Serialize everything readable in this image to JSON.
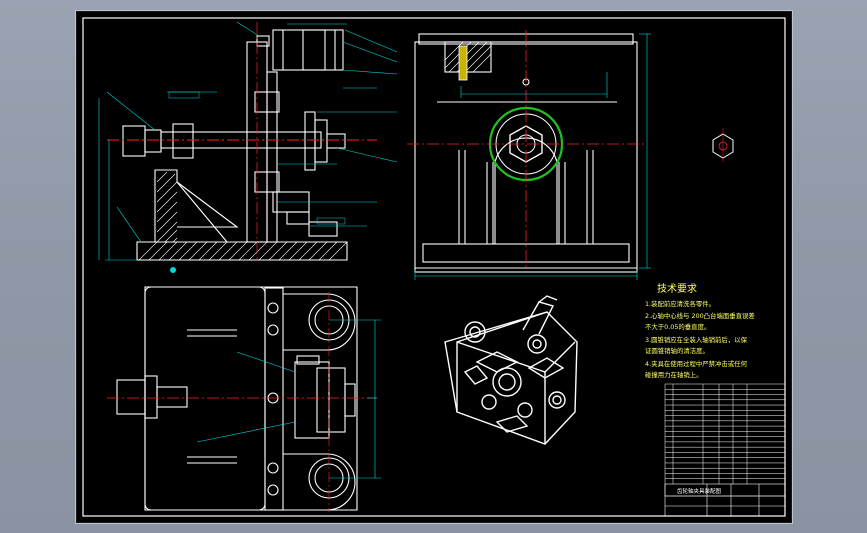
{
  "drawing": {
    "tech_title": "技术要求",
    "requirements": [
      "1.装配前应清洗各零件。",
      "2.心轴中心线与 200凸台端面垂直误差",
      "不大于0.05的垂直度。",
      "3.圆锥销应在全装入轴销前后，以保",
      "证圆锥销轴的清洁度。",
      "4.夹具在使用过程中严禁冲击或任何",
      "碰撞用力在轴销上。"
    ],
    "bom_rows": 19,
    "title_block": {
      "name": "齿轮轴夹具装配图"
    }
  },
  "colors": {
    "background": "#000000",
    "outline": "#ffffff",
    "dimension": "#00d8d8",
    "centerline": "#ff2020",
    "hatch": "#ffffff",
    "highlight": "#20c020",
    "leader": "#7fffff"
  }
}
